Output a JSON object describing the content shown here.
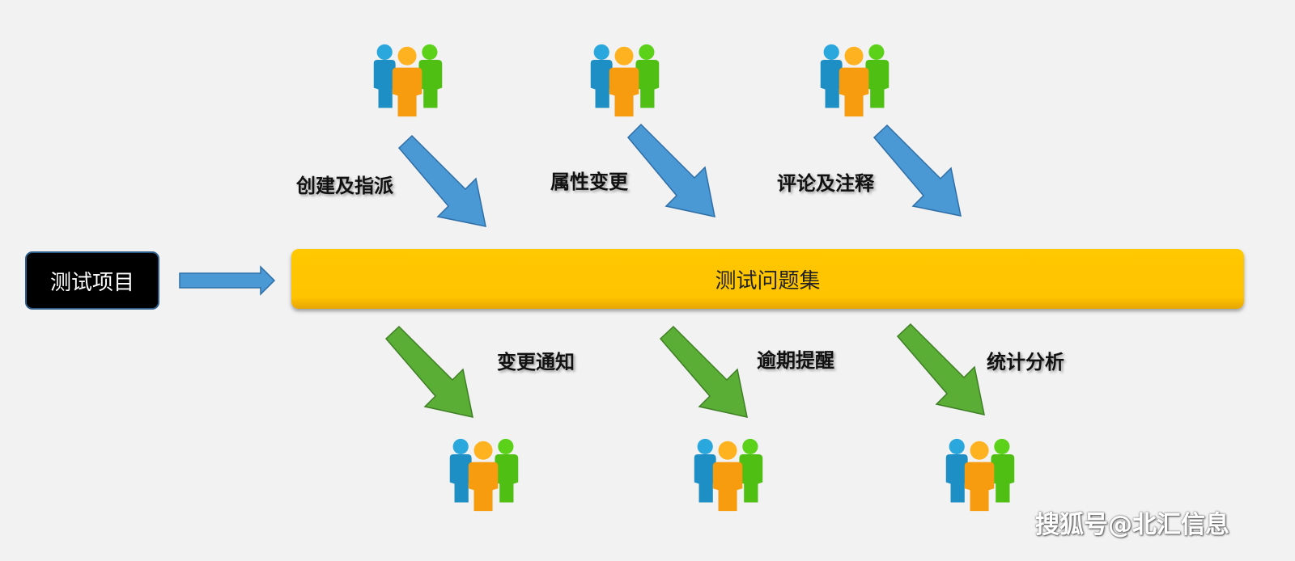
{
  "source": {
    "label": "测试项目"
  },
  "main": {
    "label": "测试问题集"
  },
  "top_actions": [
    {
      "label": "创建及指派",
      "icon": "people-group-icon"
    },
    {
      "label": "属性变更",
      "icon": "people-group-icon"
    },
    {
      "label": "评论及注释",
      "icon": "people-group-icon"
    }
  ],
  "bottom_actions": [
    {
      "label": "变更通知",
      "icon": "people-group-icon"
    },
    {
      "label": "逾期提醒",
      "icon": "people-group-icon"
    },
    {
      "label": "统计分析",
      "icon": "people-group-icon"
    }
  ],
  "watermark": "搜狐号@北汇信息",
  "colors": {
    "blue_arrow": "#4a98d4",
    "green_arrow": "#5aae35",
    "main_bar": "#ffc400",
    "person_blue": "#2a9fd0",
    "person_green": "#5cc916",
    "person_orange": "#f7a21a"
  }
}
